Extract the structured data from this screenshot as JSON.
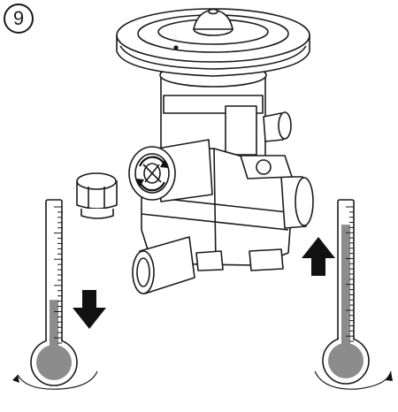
{
  "step": {
    "number": "9"
  },
  "colors": {
    "line": "#1a1a1a",
    "mercury": "#8c8c8c",
    "arrow": "#111111",
    "background": "#ffffff"
  },
  "thermometers": [
    {
      "id": "left",
      "trend": "decreasing",
      "level": 0.33,
      "arrow_direction": "down"
    },
    {
      "id": "right",
      "trend": "increasing",
      "level": 0.86,
      "arrow_direction": "up"
    }
  ],
  "icons": [
    "step-number-badge",
    "valve-icon",
    "cap-plug-icon",
    "thermometer-icon",
    "arrow-down-icon",
    "arrow-up-icon",
    "rotate-arrow-icon"
  ]
}
